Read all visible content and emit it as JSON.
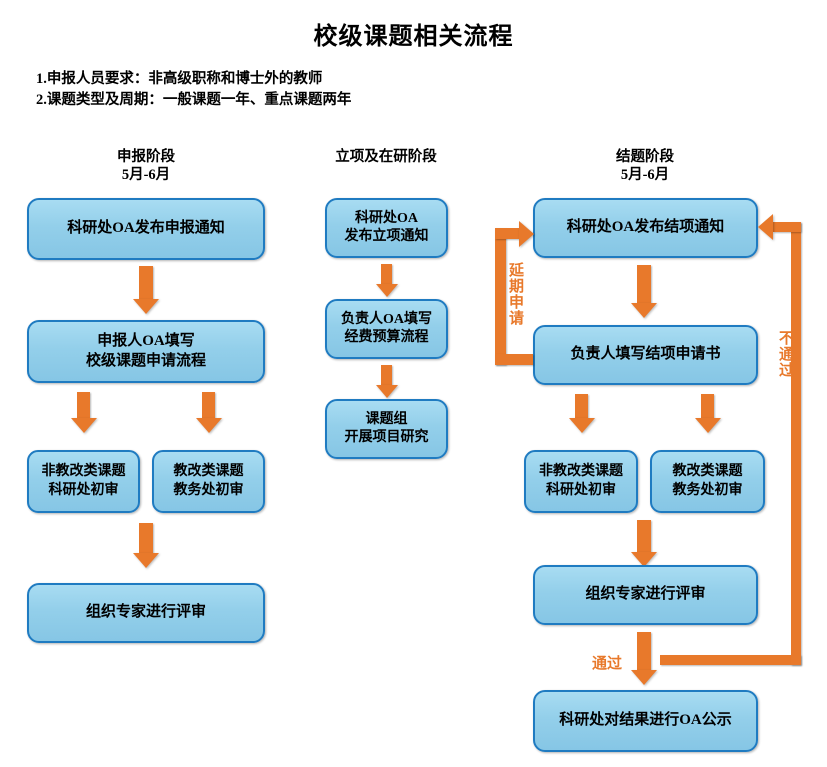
{
  "title": "校级课题相关流程",
  "notes": [
    "1.申报人员要求：非高级职称和博士外的教师",
    "2.课题类型及周期：一般课题一年、重点课题两年"
  ],
  "colors": {
    "box_fill": "#93CFEA",
    "box_border": "#1F7BC1",
    "arrow": "#E8792B",
    "text": "#000000",
    "background": "#FFFFFF"
  },
  "columns": [
    {
      "name": "申报阶段",
      "period": "5月-6月"
    },
    {
      "name": "立项及在研阶段",
      "period": ""
    },
    {
      "name": "结题阶段",
      "period": "5月-6月"
    }
  ],
  "stage_apply": {
    "boxes": [
      {
        "id": "apply-notice",
        "text": "科研处OA发布申报通知"
      },
      {
        "id": "apply-form",
        "text": "申报人OA填写\n校级课题申请流程"
      },
      {
        "id": "apply-review-nonteach",
        "text": "非教改类课题\n科研处初审"
      },
      {
        "id": "apply-review-teach",
        "text": "教改类课题\n教务处初审"
      },
      {
        "id": "apply-expert",
        "text": "组织专家进行评审"
      }
    ]
  },
  "stage_project": {
    "boxes": [
      {
        "id": "project-notice",
        "text": "科研处OA\n发布立项通知"
      },
      {
        "id": "project-budget",
        "text": "负责人OA填写\n经费预算流程"
      },
      {
        "id": "project-research",
        "text": "课题组\n开展项目研究"
      }
    ]
  },
  "stage_closing": {
    "boxes": [
      {
        "id": "closing-notice",
        "text": "科研处OA发布结项通知"
      },
      {
        "id": "closing-form",
        "text": "负责人填写结项申请书"
      },
      {
        "id": "closing-review-nonteach",
        "text": "非教改类课题\n科研处初审"
      },
      {
        "id": "closing-review-teach",
        "text": "教改类课题\n教务处初审"
      },
      {
        "id": "closing-expert",
        "text": "组织专家进行评审"
      },
      {
        "id": "closing-publish",
        "text": "科研处对结果进行OA公示"
      }
    ],
    "edge_labels": {
      "extension": "延期申请",
      "rejected": "不通过",
      "passed": "通过"
    }
  }
}
